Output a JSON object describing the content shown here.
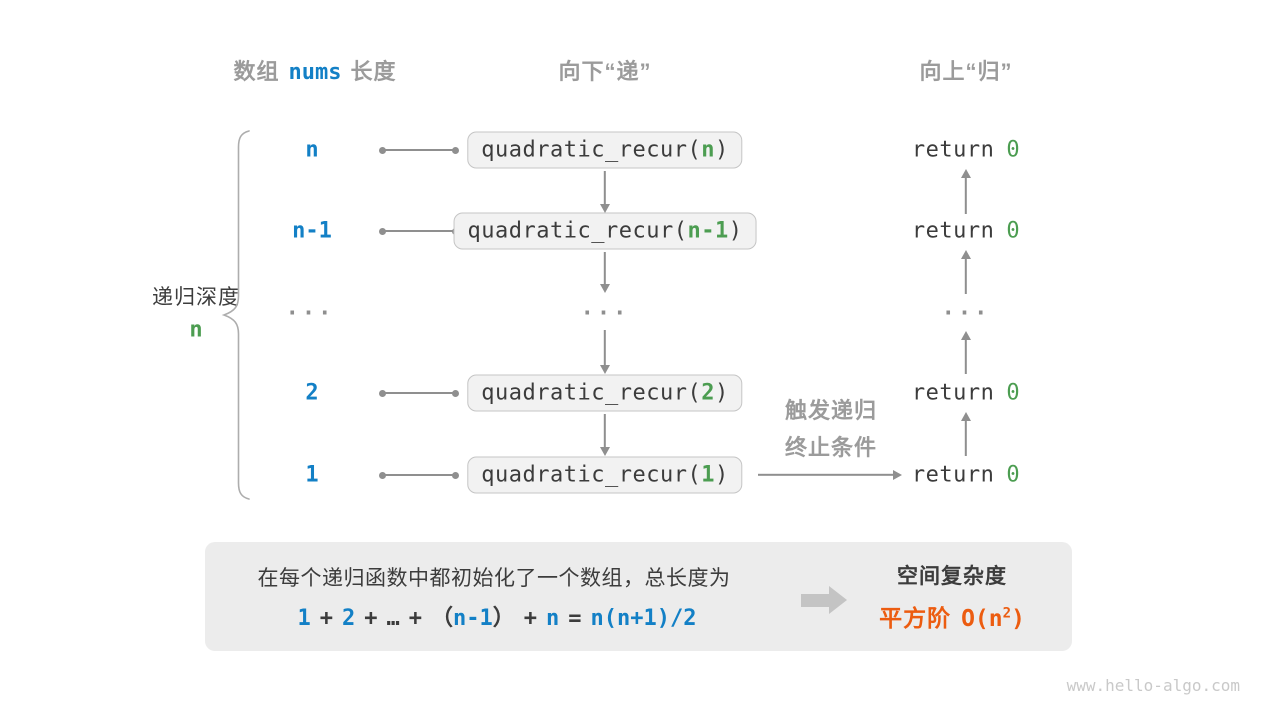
{
  "header": {
    "array_label_pre": "数组",
    "array_label_code": "nums",
    "array_label_post": "长度",
    "descend": "向下“递”",
    "ascend": "向上“归”"
  },
  "depth_label": {
    "text": "递归深度",
    "value": "n"
  },
  "shared": {
    "call_prefix": "quadratic_recur(",
    "call_suffix": ")",
    "return_word": "return"
  },
  "rows": [
    {
      "label": "n",
      "arg": "n",
      "ret": "0"
    },
    {
      "label": "n-1",
      "arg": "n-1",
      "ret": "0"
    },
    {
      "label": "...",
      "center": "...",
      "ret": "..."
    },
    {
      "label": "2",
      "arg": "2",
      "ret": "0"
    },
    {
      "label": "1",
      "arg": "1",
      "ret": "0"
    }
  ],
  "trigger_note": {
    "line1": "触发递归",
    "line2": "终止条件"
  },
  "bottom_panel": {
    "description": "在每个递归函数中都初始化了一个数组，总长度为",
    "formula": {
      "t1": "1",
      "t2": "+",
      "t3": "2",
      "t4": "+",
      "t5": "…",
      "t6": "+",
      "t7": "（",
      "t8": "n-1",
      "t9": "）",
      "t10": "+",
      "t11": "n",
      "t12": "=",
      "t13": "n(n+1)/2"
    },
    "complexity_title": "空间复杂度",
    "complexity_name": "平方阶",
    "big_o_open": "O(n",
    "big_o_sup": "2",
    "big_o_close": ")"
  },
  "watermark": "www.hello-algo.com",
  "colors": {
    "blue": "#1380c6",
    "green": "#4c9d51",
    "orange": "#ec5c10",
    "gray_text": "#9b9b9b",
    "dark_text": "#3c3c3c"
  }
}
